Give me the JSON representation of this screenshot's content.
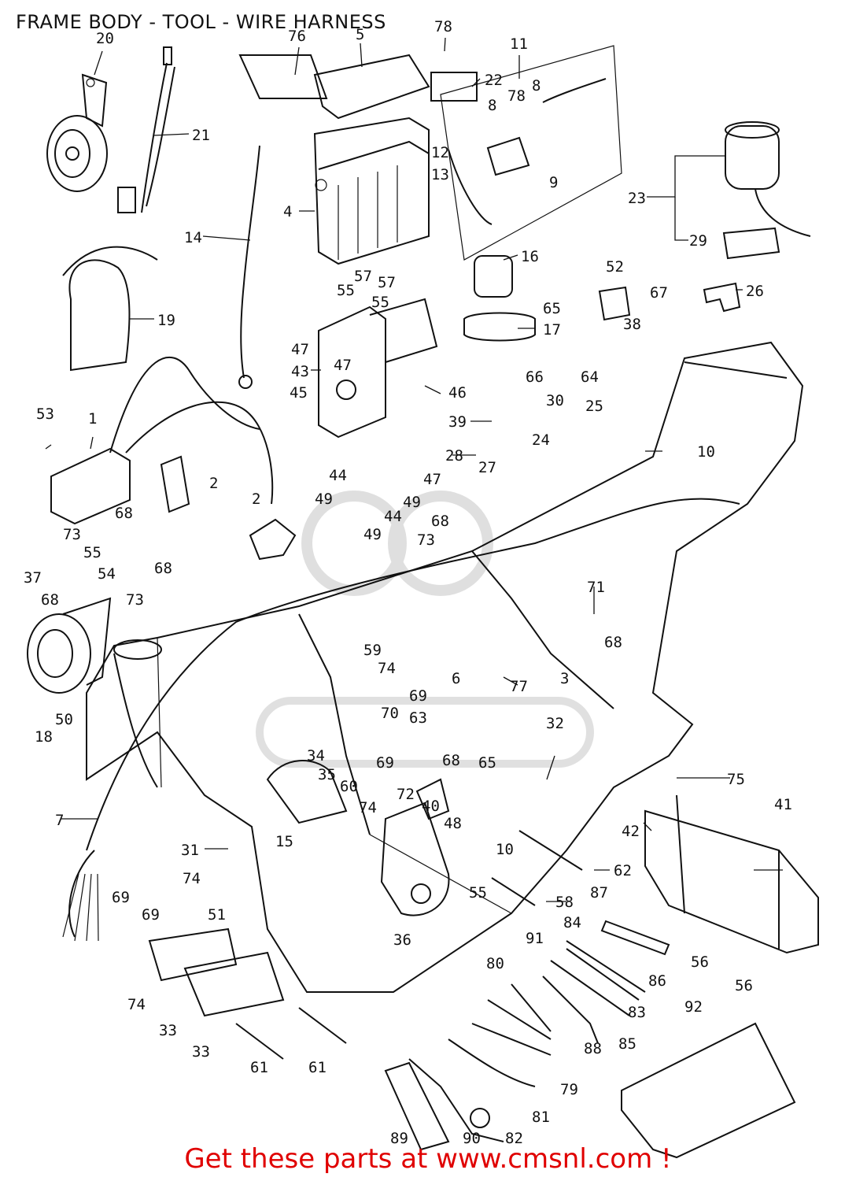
{
  "title": "FRAME BODY - TOOL - WIRE HARNESS",
  "footer": "Get these parts at www.cmsnl.com !",
  "footer_color": "#e00000",
  "labels": [
    {
      "text": "20"
    },
    {
      "text": "76"
    },
    {
      "text": "5"
    },
    {
      "text": "78"
    },
    {
      "text": "11"
    },
    {
      "text": "22"
    },
    {
      "text": "8"
    },
    {
      "text": "8"
    },
    {
      "text": "78"
    },
    {
      "text": "21"
    },
    {
      "text": "12"
    },
    {
      "text": "13"
    },
    {
      "text": "9"
    },
    {
      "text": "23"
    },
    {
      "text": "4"
    },
    {
      "text": "14"
    },
    {
      "text": "29"
    },
    {
      "text": "16"
    },
    {
      "text": "52"
    },
    {
      "text": "26"
    },
    {
      "text": "57"
    },
    {
      "text": "57"
    },
    {
      "text": "55"
    },
    {
      "text": "55"
    },
    {
      "text": "65"
    },
    {
      "text": "67"
    },
    {
      "text": "19"
    },
    {
      "text": "17"
    },
    {
      "text": "38"
    },
    {
      "text": "47"
    },
    {
      "text": "43"
    },
    {
      "text": "47"
    },
    {
      "text": "66"
    },
    {
      "text": "64"
    },
    {
      "text": "45"
    },
    {
      "text": "46"
    },
    {
      "text": "30"
    },
    {
      "text": "25"
    },
    {
      "text": "53"
    },
    {
      "text": "1"
    },
    {
      "text": "39"
    },
    {
      "text": "24"
    },
    {
      "text": "10"
    },
    {
      "text": "2"
    },
    {
      "text": "44"
    },
    {
      "text": "47"
    },
    {
      "text": "28"
    },
    {
      "text": "27"
    },
    {
      "text": "49"
    },
    {
      "text": "44"
    },
    {
      "text": "49"
    },
    {
      "text": "2"
    },
    {
      "text": "68"
    },
    {
      "text": "68"
    },
    {
      "text": "49"
    },
    {
      "text": "73"
    },
    {
      "text": "73"
    },
    {
      "text": "55"
    },
    {
      "text": "54"
    },
    {
      "text": "68"
    },
    {
      "text": "37"
    },
    {
      "text": "68"
    },
    {
      "text": "73"
    },
    {
      "text": "71"
    },
    {
      "text": "68"
    },
    {
      "text": "59"
    },
    {
      "text": "74"
    },
    {
      "text": "69"
    },
    {
      "text": "6"
    },
    {
      "text": "77"
    },
    {
      "text": "3"
    },
    {
      "text": "18"
    },
    {
      "text": "50"
    },
    {
      "text": "70"
    },
    {
      "text": "63"
    },
    {
      "text": "32"
    },
    {
      "text": "34"
    },
    {
      "text": "69"
    },
    {
      "text": "68"
    },
    {
      "text": "65"
    },
    {
      "text": "35"
    },
    {
      "text": "60"
    },
    {
      "text": "74"
    },
    {
      "text": "72"
    },
    {
      "text": "75"
    },
    {
      "text": "40"
    },
    {
      "text": "15"
    },
    {
      "text": "48"
    },
    {
      "text": "7"
    },
    {
      "text": "42"
    },
    {
      "text": "41"
    },
    {
      "text": "31"
    },
    {
      "text": "10"
    },
    {
      "text": "62"
    },
    {
      "text": "74"
    },
    {
      "text": "55"
    },
    {
      "text": "58"
    },
    {
      "text": "69"
    },
    {
      "text": "69"
    },
    {
      "text": "51"
    },
    {
      "text": "87"
    },
    {
      "text": "36"
    },
    {
      "text": "84"
    },
    {
      "text": "56"
    },
    {
      "text": "86"
    },
    {
      "text": "91"
    },
    {
      "text": "56"
    },
    {
      "text": "80"
    },
    {
      "text": "83"
    },
    {
      "text": "74"
    },
    {
      "text": "33"
    },
    {
      "text": "33"
    },
    {
      "text": "92"
    },
    {
      "text": "88"
    },
    {
      "text": "85"
    },
    {
      "text": "61"
    },
    {
      "text": "61"
    },
    {
      "text": "79"
    },
    {
      "text": "81"
    },
    {
      "text": "89"
    },
    {
      "text": "90"
    },
    {
      "text": "82"
    }
  ]
}
